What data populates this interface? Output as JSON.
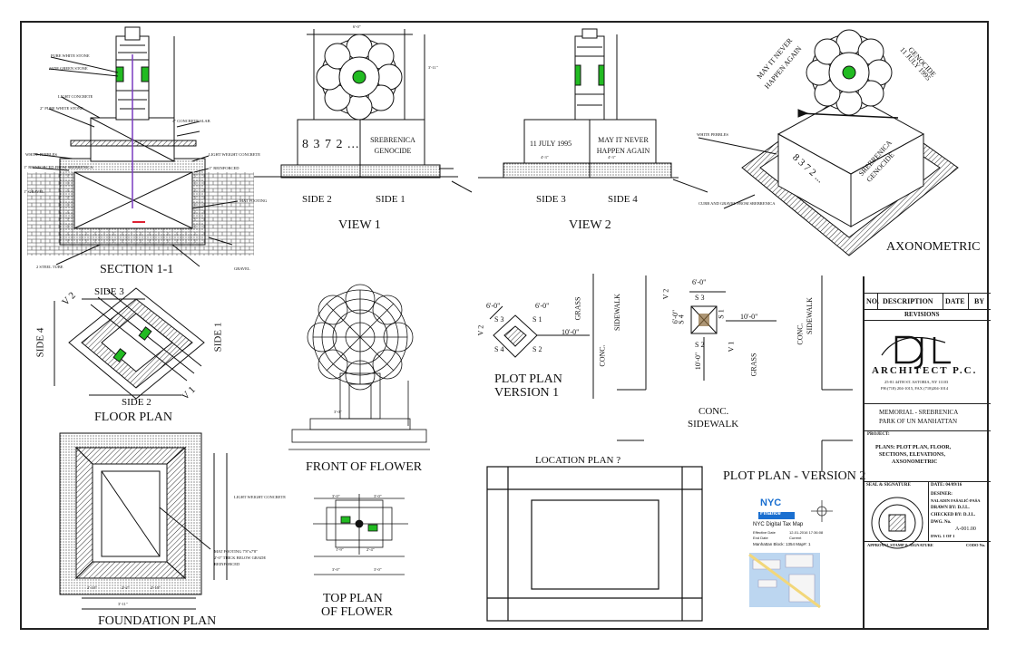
{
  "views": {
    "section_title": "SECTION 1-1",
    "view1_title": "VIEW 1",
    "view2_title": "VIEW 2",
    "axon_title": "AXONOMETRIC",
    "floor_plan_title": "FLOOR  PLAN",
    "front_flower_title": "FRONT OF FLOWER",
    "foundation_title": "FOUNDATION  PLAN",
    "top_plan_title_1": "TOP PLAN",
    "top_plan_title_2": "OF FLOWER",
    "plot_v1_title_1": "PLOT PLAN",
    "plot_v1_title_2": "VERSION 1",
    "plot_v2_title": "PLOT PLAN - VERSION 2",
    "location_title": "LOCATION PLAN     ?"
  },
  "monument": {
    "numbers": "8 3 7 2 ...",
    "genocide": [
      "SREBRENICA",
      "GENOCIDE"
    ],
    "date": "11 JULY 1995",
    "never": [
      "MAY IT NEVER",
      "HAPPEN AGAIN"
    ],
    "width_dim": "6'-0\"",
    "height_dim": "3'-11\""
  },
  "sides": {
    "side1": "SIDE 1",
    "side2": "SIDE 2",
    "side3": "SIDE 3",
    "side4": "SIDE 4"
  },
  "axon": {
    "never_1": "MAY IT NEVER",
    "never_2": "HAPPEN AGAIN",
    "date_1": "11 JULY 1995",
    "date_2": "GENOCIDE",
    "numbers": "8 3 7 2 ...",
    "genocide_1": "SREBRENICA",
    "genocide_2": "GENOCIDE",
    "note": "WHITE PEBBLES",
    "note2": "CURB AND GRAVEL FROM SREBRENICA"
  },
  "section_notes": {
    "n1": "PURE WHITE STONE",
    "n2": "JADE GREEN STONE",
    "n3": "LIGHT CONCRETE",
    "n4": "2\" PURE WHITE STONE",
    "n5": "WHITE PEBBLES",
    "n6": "1\" REINFORCED FROM SREBRENICA",
    "n7": "1\" GRAVEL",
    "n8": "MAT FOOTING",
    "n9": "2 STEEL TUBE",
    "n10": "4\" CONCRETE SLAB",
    "n11": "LIGHT WEIGHT CONCRETE",
    "n12": "1\" REINFORCED",
    "n13": "GRAVEL"
  },
  "plot": {
    "grass": "GRASS",
    "conc": "CONC.",
    "sidewalk": "SIDEWALK",
    "dim_6": "6'-0\"",
    "dim_10": "10'-0\"",
    "s1": "S 1",
    "s2": "S 2",
    "s3": "S 3",
    "s4": "S 4",
    "v1": "V 1",
    "v2": "V 2"
  },
  "dims": {
    "d1": "2'-10\"",
    "d2": "2'-2\"",
    "d3": "3'-11\"",
    "d4": "3'-0\"",
    "d5": "2'-0\"",
    "d6": "1'-9\"",
    "d7": "2'-4\"",
    "d8": "4'-3\""
  },
  "foundation_notes": {
    "mat1": "MAT FOOTING 7'8\"x7'8\"",
    "mat2": "2'-0\" THICK BELOW GRADE",
    "mat3": "REINFORCED",
    "lwc": "LIGHT WEIGHT CONCRETE"
  },
  "tax_map": {
    "brand_top": "NYC",
    "brand_bottom": "Finance",
    "title": "NYC Digital Tax Map",
    "effective_label": "Effective Date",
    "effective_value": "12-01-2016 17:36:08",
    "end_label": "End Date",
    "end_value": "Current",
    "block": "Manhattan Block: 1354 Map#: 1"
  },
  "title_block": {
    "col_no": "NO.",
    "col_desc": "DESCRIPTION",
    "col_date": "DATE",
    "col_by": "BY",
    "revisions": "REVISIONS",
    "firm": "ARCHITECT P.C.",
    "addr1": "25-81 44TH ST. ASTORIA, NY 11103",
    "addr2": "PH:(718) 204-1015, FAX (718)204-1014",
    "project1": "MEMORIAL - SREBRENICA",
    "project2": "PARK OF UN MANHATTAN",
    "project_label": "PROJECT:",
    "plans1": "PLANS: PLOT PLAN, FLOOR,",
    "plans2": "SECTIONS, ELEVATIONS,",
    "plans3": "AXSONOMETRIC",
    "seal": "SEAL & SIGNATURE",
    "date_label": "DATE: 04/09/16",
    "designer_label": "DESINER:",
    "designer": "NALADIN FAŠALIĆ-PAŠA",
    "drawn": "DRAWN BY:    D.J.L.",
    "checked": "CHECKED BY:  D.J.L.",
    "dwg_label": "DWG. No.",
    "dwg_no": "A-001.00",
    "dwg_of": "DWG. 1 OF 1",
    "approval": "APPROVAL STAMP & SIGNATURE",
    "codo": "CODO No."
  },
  "colors": {
    "stone_green": "#22bb22",
    "map_blue": "#bcd6f0",
    "ink": "#111111"
  }
}
